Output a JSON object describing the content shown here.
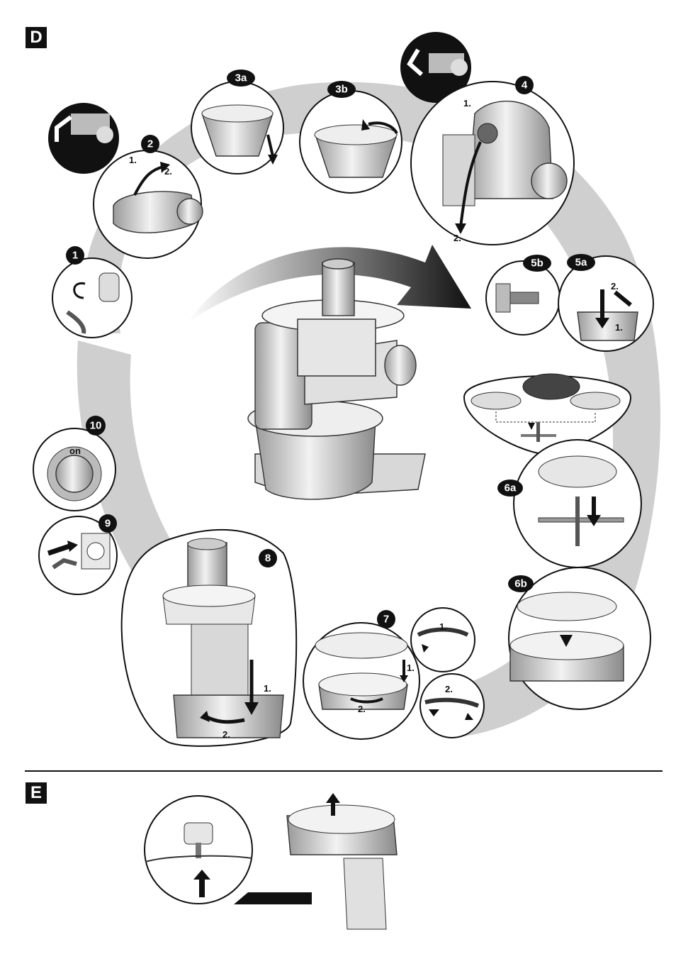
{
  "sections": {
    "d": "D",
    "e": "E"
  },
  "steps": {
    "s1": "1",
    "s2": "2",
    "s3a": "3a",
    "s3b": "3b",
    "s4": "4",
    "s5a": "5a",
    "s5b": "5b",
    "s6a": "6a",
    "s6b": "6b",
    "s7": "7",
    "s8": "8",
    "s9": "9",
    "s10": "10"
  },
  "labels": {
    "on": "on",
    "one": "1.",
    "two": "2."
  }
}
